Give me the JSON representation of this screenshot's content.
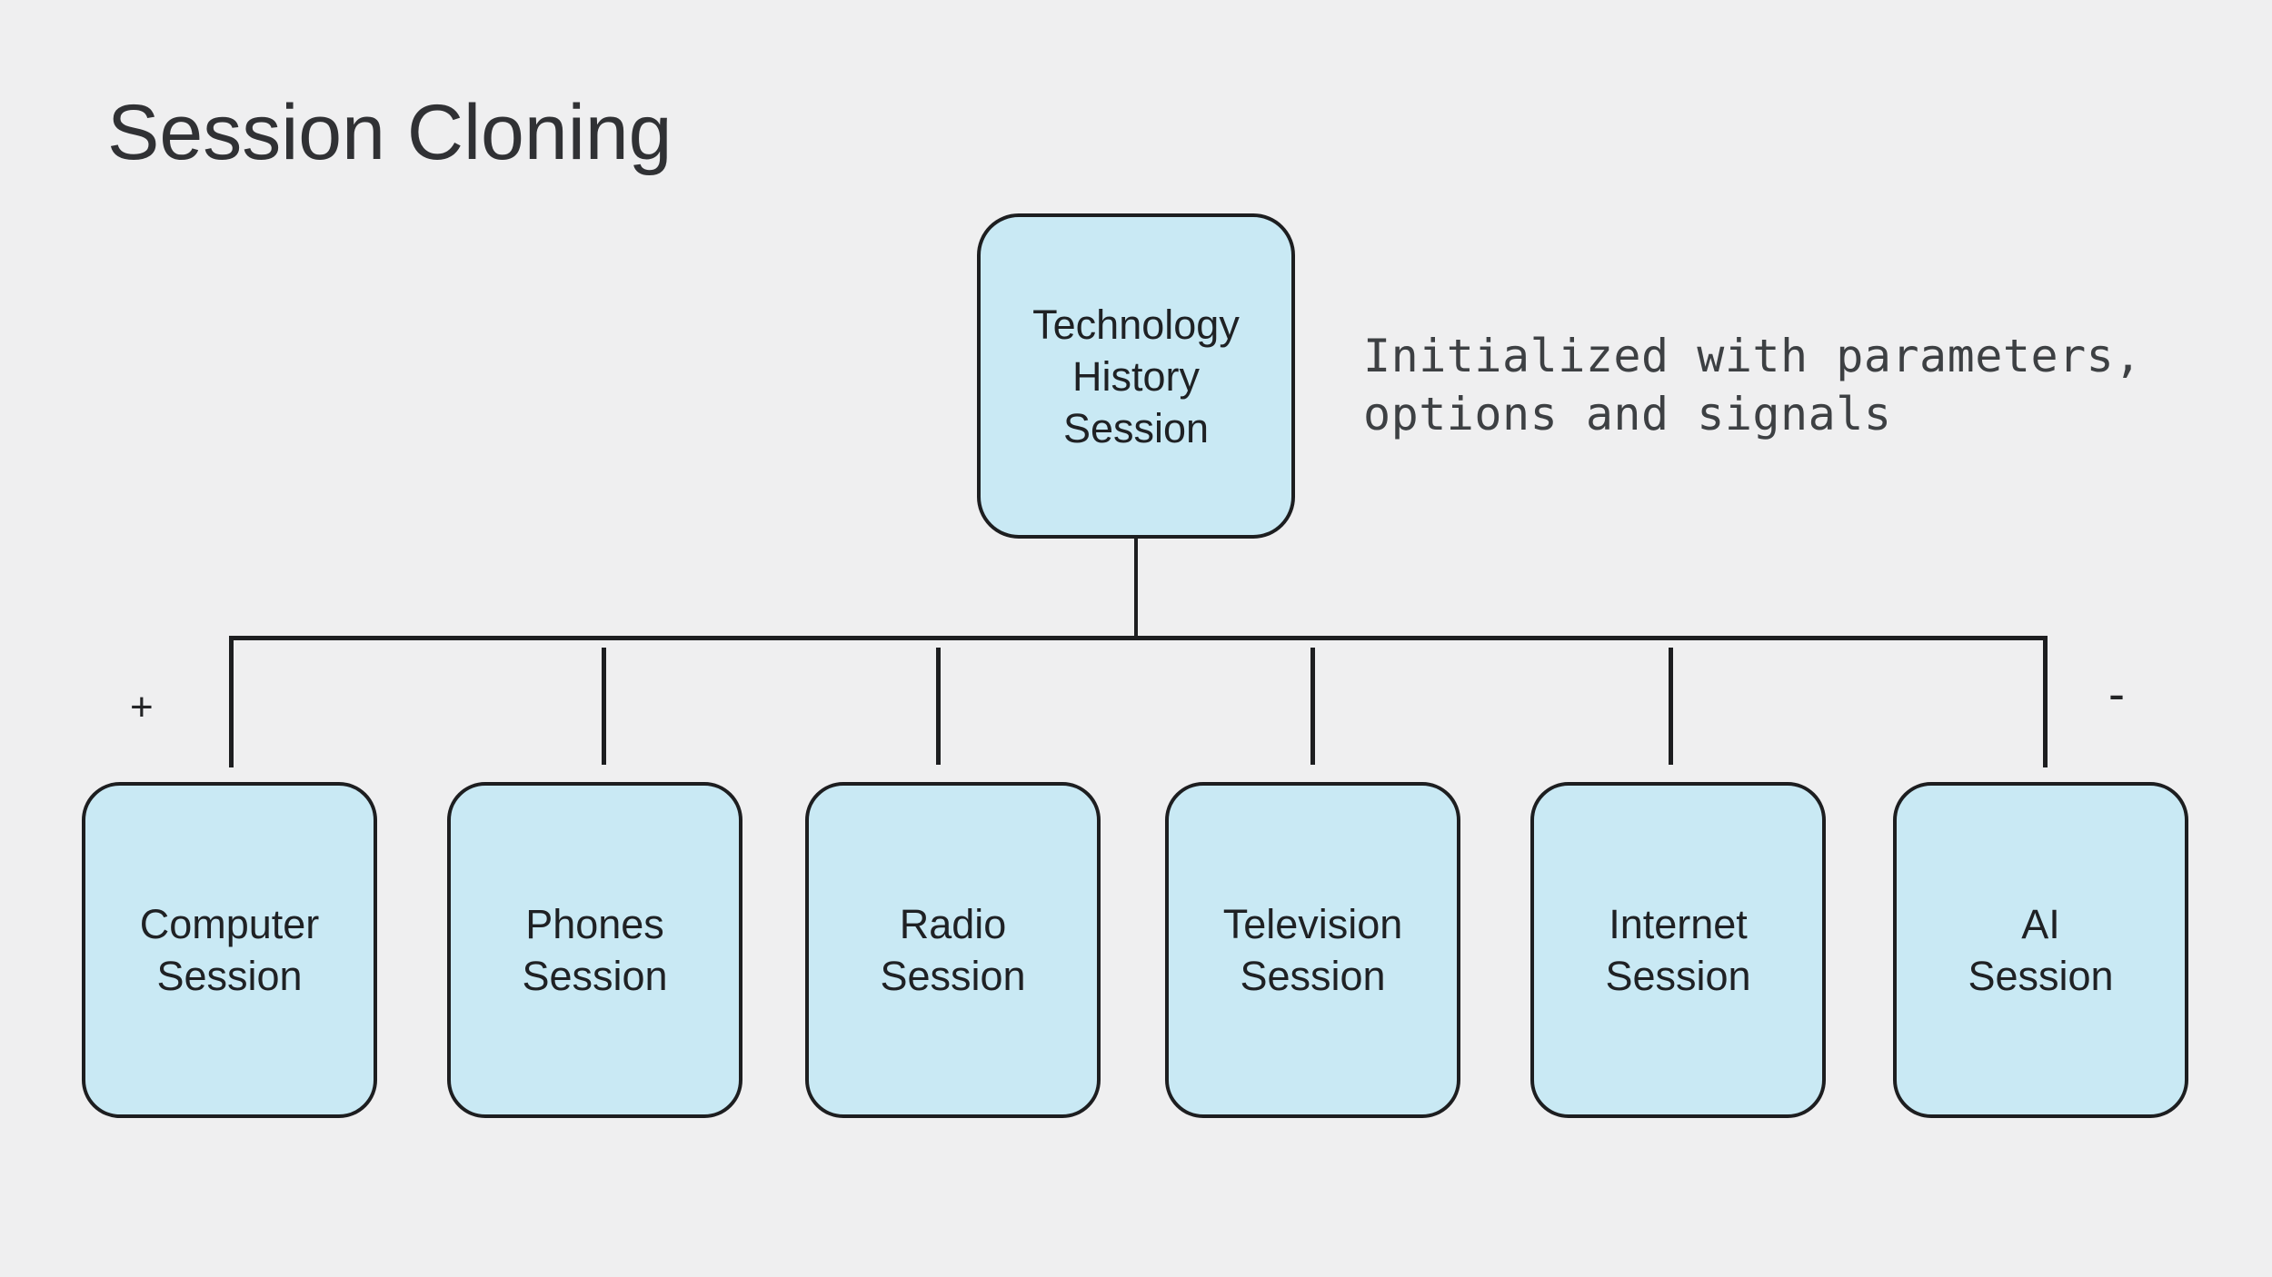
{
  "title": "Session Cloning",
  "root": {
    "label": "Technology\nHistory\nSession"
  },
  "annotation": "Initialized with parameters,\noptions and signals",
  "plus": "+",
  "minus": "-",
  "children": [
    {
      "label": "Computer\nSession"
    },
    {
      "label": "Phones\nSession"
    },
    {
      "label": "Radio\nSession"
    },
    {
      "label": "Television\nSession"
    },
    {
      "label": "Internet\nSession"
    },
    {
      "label": "AI\nSession"
    }
  ],
  "colors": {
    "background": "#efeff0",
    "node_fill": "#c9e9f4",
    "node_border": "#1d1e20",
    "node_text": "#1f2124",
    "title_text": "#303134",
    "annotation_text": "#3d4043",
    "line": "#1d1e20",
    "sign": "#232426"
  }
}
